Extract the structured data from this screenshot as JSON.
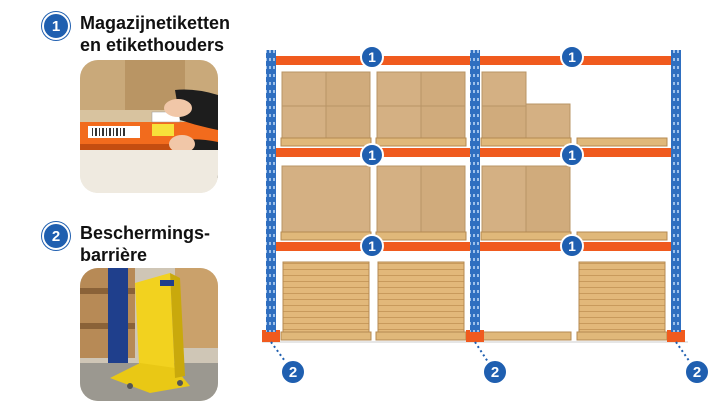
{
  "legend": [
    {
      "number": "1",
      "line1": "Magazijnetiketten",
      "line2": "en etikethouders",
      "photo_icon": "label-holder-photo"
    },
    {
      "number": "2",
      "line1": "Beschermings-",
      "line2": "barrière",
      "photo_icon": "protection-barrier-photo"
    }
  ],
  "photo_label_text": "███ ███ ███",
  "rack": {
    "colors": {
      "upright": "#2f6fc0",
      "beam": "#f05a1e",
      "box": "#d4b083",
      "pallet": "#e0b87a",
      "badge": "#1f5fb0"
    },
    "beam_markers": [
      "1",
      "1",
      "1",
      "1",
      "1",
      "1"
    ],
    "barrier_markers": [
      "2",
      "2",
      "2"
    ]
  }
}
